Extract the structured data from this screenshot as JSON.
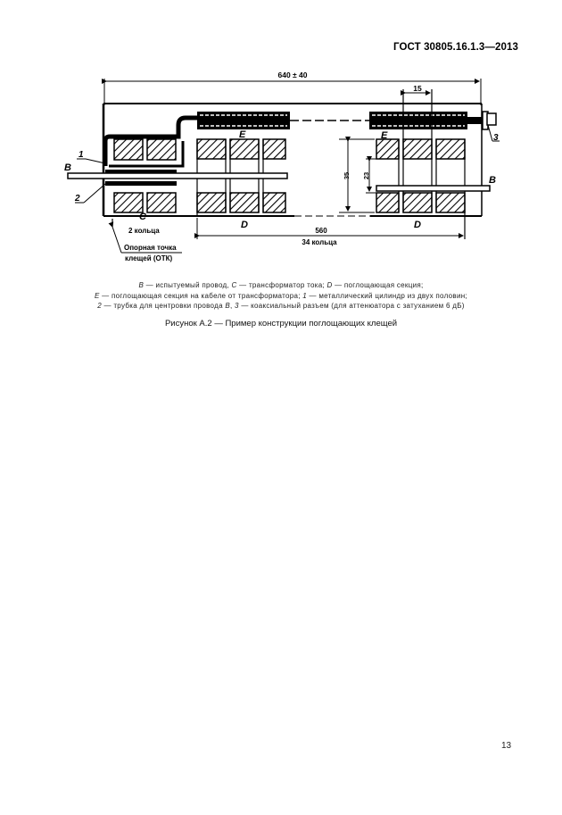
{
  "header": {
    "standard": "ГОСТ 30805.16.1.3—2013"
  },
  "figure": {
    "dimensions": {
      "overall": "640 ± 40",
      "section_pitch": "15",
      "span_d": "560",
      "rings_d": "34 кольца",
      "height_outer": "35",
      "height_inner": "23",
      "rings_c": "2 кольца"
    },
    "labels": {
      "b_left": "B",
      "b_right": "B",
      "c": "C",
      "d_left": "D",
      "d_right": "D",
      "e_left": "E",
      "e_right": "E",
      "n1": "1",
      "n2": "2",
      "n3": "3"
    },
    "reference_point": {
      "line1": "Опорная точка",
      "line2": "клещей (ОТК)"
    }
  },
  "legend": {
    "line1": [
      {
        "sym": "B",
        "text": " — испытуемый провод, "
      },
      {
        "sym": "C",
        "text": " — трансформатор тока; "
      },
      {
        "sym": "D",
        "text": " — поглощающая секция;"
      }
    ],
    "line2": [
      {
        "sym": "E",
        "text": " — поглощающая секция на кабеле от трансформатора; "
      },
      {
        "sym": "1",
        "text": " — металлический цилиндр из двух половин;"
      }
    ],
    "line3": [
      {
        "sym": "2",
        "text": " — трубка для центровки провода "
      },
      {
        "sym": "B",
        "text": ", "
      },
      {
        "sym": "3",
        "text": " — коаксиальный разъем (для аттенюатора с затуханием 6 дБ)"
      }
    ]
  },
  "caption": "Рисунок А.2 — Пример конструкции поглощающих клещей",
  "page_number": "13"
}
